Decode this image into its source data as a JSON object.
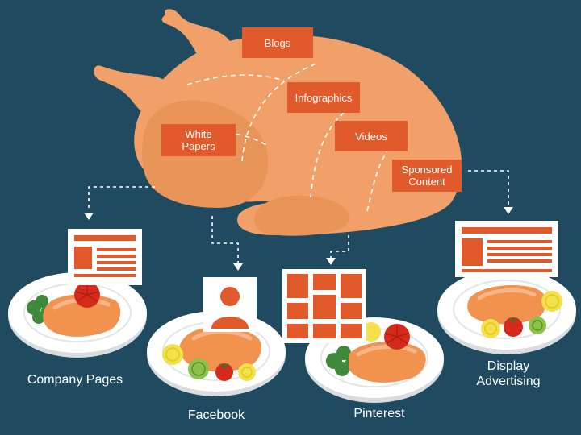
{
  "content_types": {
    "blogs": "Blogs",
    "infographics": "Infographics",
    "white_papers": "White\nPapers",
    "videos": "Videos",
    "sponsored_content": "Sponsored\nContent"
  },
  "channels": {
    "company_pages": "Company Pages",
    "facebook": "Facebook",
    "pinterest": "Pinterest",
    "display_advertising": "Display\nAdvertising"
  },
  "colors": {
    "background": "#1f4a5f",
    "turkey": "#f0a068",
    "turkey_dark": "#e9955a",
    "accent": "#e05a2b",
    "plate": "#ffffff",
    "plate_rim": "#d9dde0",
    "meat": "#f2924f",
    "tomato": "#d42a1c",
    "lemon": "#f4e04a",
    "cucumber": "#8bc34a",
    "broccoli": "#3e8a3a"
  }
}
